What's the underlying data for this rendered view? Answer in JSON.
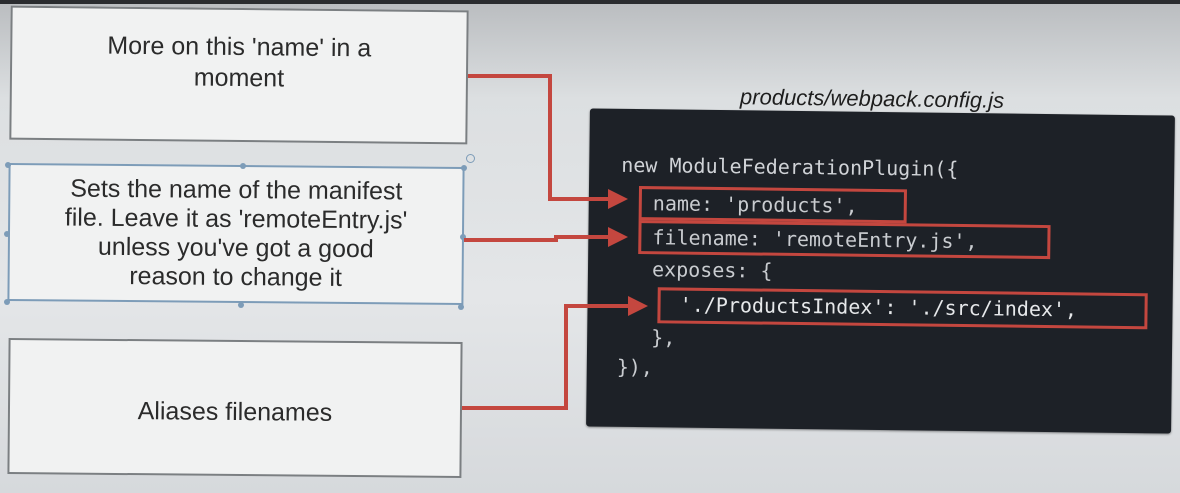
{
  "annotations": {
    "name_note": {
      "lines": [
        "More on this 'name' in a",
        "moment"
      ]
    },
    "filename_note": {
      "lines": [
        "Sets the name of the manifest",
        "file. Leave it as 'remoteEntry.js'",
        "unless you've got a good",
        "reason to change it"
      ]
    },
    "exposes_note": {
      "lines": [
        "Aliases filenames"
      ]
    }
  },
  "code_block": {
    "file_label": "products/webpack.config.js",
    "lines": [
      "new ModuleFederationPlugin({",
      "  name: 'products',",
      "  filename: 'remoteEntry.js',",
      "  exposes: {",
      "    './ProductsIndex': './src/index',",
      "  },",
      "}),"
    ]
  },
  "colors": {
    "highlight": "#c4473f",
    "code_background": "#1d2127",
    "selection_handles": "#7d9cb8"
  }
}
